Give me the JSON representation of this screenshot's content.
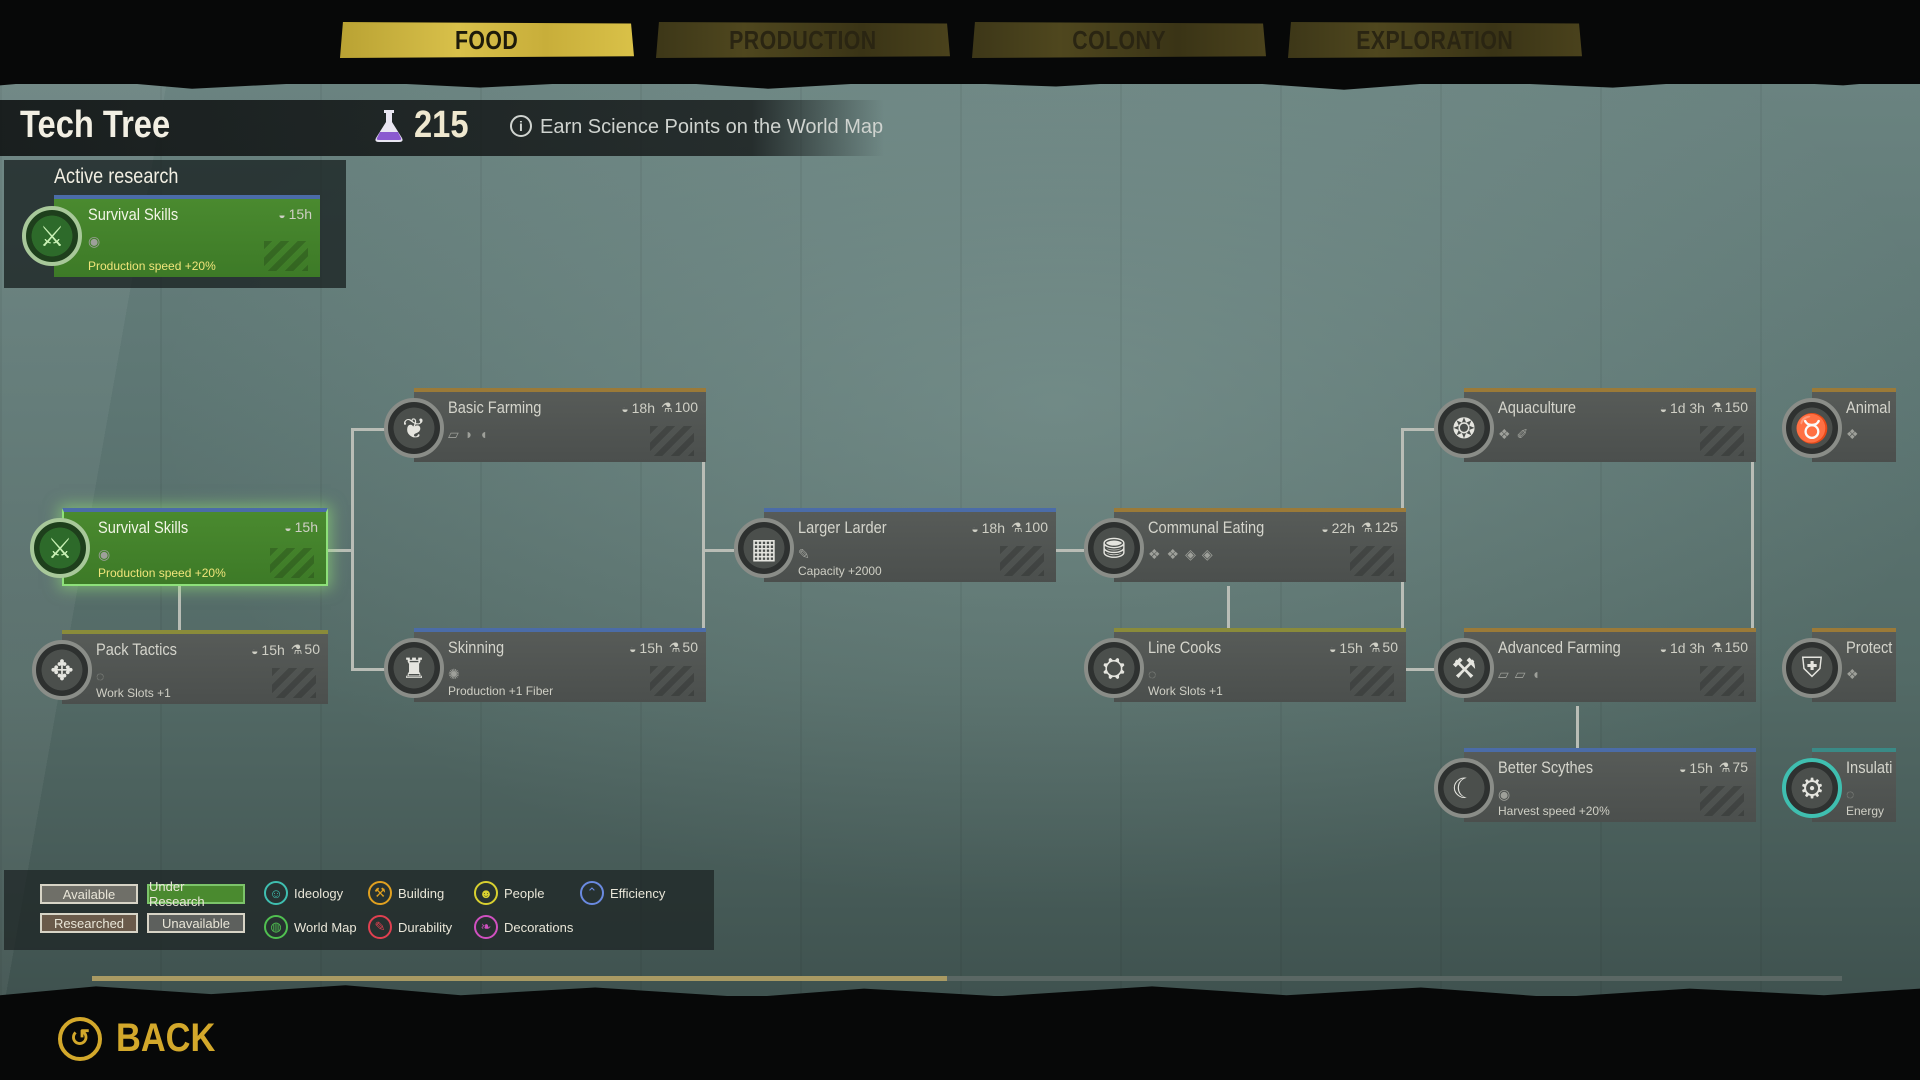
{
  "tabs": [
    {
      "label": "FOOD",
      "active": true
    },
    {
      "label": "PRODUCTION",
      "active": false
    },
    {
      "label": "COLONY",
      "active": false
    },
    {
      "label": "EXPLORATION",
      "active": false
    }
  ],
  "header": {
    "title": "Tech Tree",
    "science_points": "215",
    "info_text": "Earn Science Points on the World Map"
  },
  "active_research": {
    "heading": "Active research",
    "name": "Survival Skills",
    "time": "15h",
    "effect": "Production speed +20%"
  },
  "nodes": [
    {
      "id": "survival-skills",
      "name": "Survival Skills",
      "time": "15h",
      "cost": "",
      "effect": "Production speed +20%",
      "state": "under-research"
    },
    {
      "id": "pack-tactics",
      "name": "Pack Tactics",
      "time": "15h",
      "cost": "50",
      "effect": "Work Slots +1",
      "state": "available"
    },
    {
      "id": "basic-farming",
      "name": "Basic Farming",
      "time": "18h",
      "cost": "100",
      "effect": "",
      "state": "available"
    },
    {
      "id": "skinning",
      "name": "Skinning",
      "time": "15h",
      "cost": "50",
      "effect": "Production +1 Fiber",
      "state": "available"
    },
    {
      "id": "larger-larder",
      "name": "Larger Larder",
      "time": "18h",
      "cost": "100",
      "effect": "Capacity +2000",
      "state": "available"
    },
    {
      "id": "communal-eating",
      "name": "Communal Eating",
      "time": "22h",
      "cost": "125",
      "effect": "",
      "state": "available"
    },
    {
      "id": "line-cooks",
      "name": "Line Cooks",
      "time": "15h",
      "cost": "50",
      "effect": "Work Slots +1",
      "state": "available"
    },
    {
      "id": "aquaculture",
      "name": "Aquaculture",
      "time": "1d 3h",
      "cost": "150",
      "effect": "",
      "state": "available"
    },
    {
      "id": "advanced-farming",
      "name": "Advanced Farming",
      "time": "1d 3h",
      "cost": "150",
      "effect": "",
      "state": "available"
    },
    {
      "id": "better-scythes",
      "name": "Better Scythes",
      "time": "15h",
      "cost": "75",
      "effect": "Harvest speed +20%",
      "state": "available"
    },
    {
      "id": "animal",
      "name": "Animal",
      "time": "",
      "cost": "",
      "effect": "",
      "state": "available"
    },
    {
      "id": "protect",
      "name": "Protect",
      "time": "",
      "cost": "",
      "effect": "",
      "state": "available"
    },
    {
      "id": "insulati",
      "name": "Insulati",
      "time": "",
      "cost": "",
      "effect": "Energy",
      "state": "available"
    }
  ],
  "legend": {
    "states": {
      "available": "Available",
      "under_research": "Under Research",
      "researched": "Researched",
      "unavailable": "Unavailable"
    },
    "categories": [
      {
        "label": "Ideology",
        "color": "#3fbfb0"
      },
      {
        "label": "Building",
        "color": "#e0a020"
      },
      {
        "label": "People",
        "color": "#d8d030"
      },
      {
        "label": "Efficiency",
        "color": "#6a8ae0"
      },
      {
        "label": "World Map",
        "color": "#50c050"
      },
      {
        "label": "Durability",
        "color": "#e04050"
      },
      {
        "label": "Decorations",
        "color": "#d050c0"
      }
    ]
  },
  "footer": {
    "back_label": "BACK"
  },
  "colors": {
    "accent_gold": "#d3a82b",
    "research_green": "#4a8a2f"
  }
}
